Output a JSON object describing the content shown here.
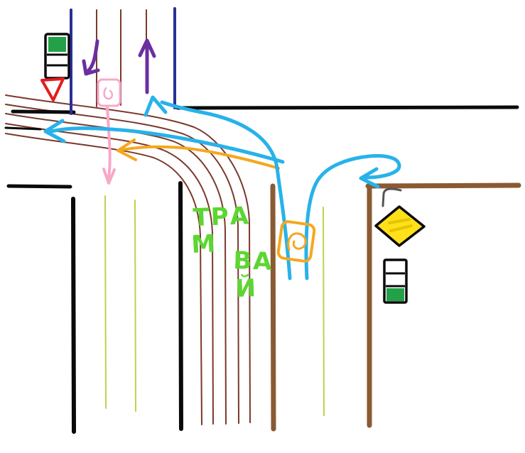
{
  "labels": {
    "tram_line1": "ТРА",
    "tram_line2": "М",
    "tram_line3": "ВА",
    "tram_line4": "Й"
  },
  "colors": {
    "background": "#ffffff",
    "road_black": "#0a0a0a",
    "lane_navy": "#2b2f96",
    "track_maroon": "#7b392c",
    "curb_brown": "#8a5a33",
    "arrow_cyan": "#27b2ea",
    "arrow_orange": "#f5a71e",
    "arrow_purple": "#6b2fa0",
    "arrow_pink": "#f8a8c8",
    "text_green": "#5cd631",
    "lane_green": "#b9d44f",
    "sign_yellow": "#ffe01a",
    "sign_yellow_dark": "#e5c400",
    "signal_green": "#22a148",
    "sign_red": "#e31d1d",
    "hook_gray": "#555555"
  }
}
